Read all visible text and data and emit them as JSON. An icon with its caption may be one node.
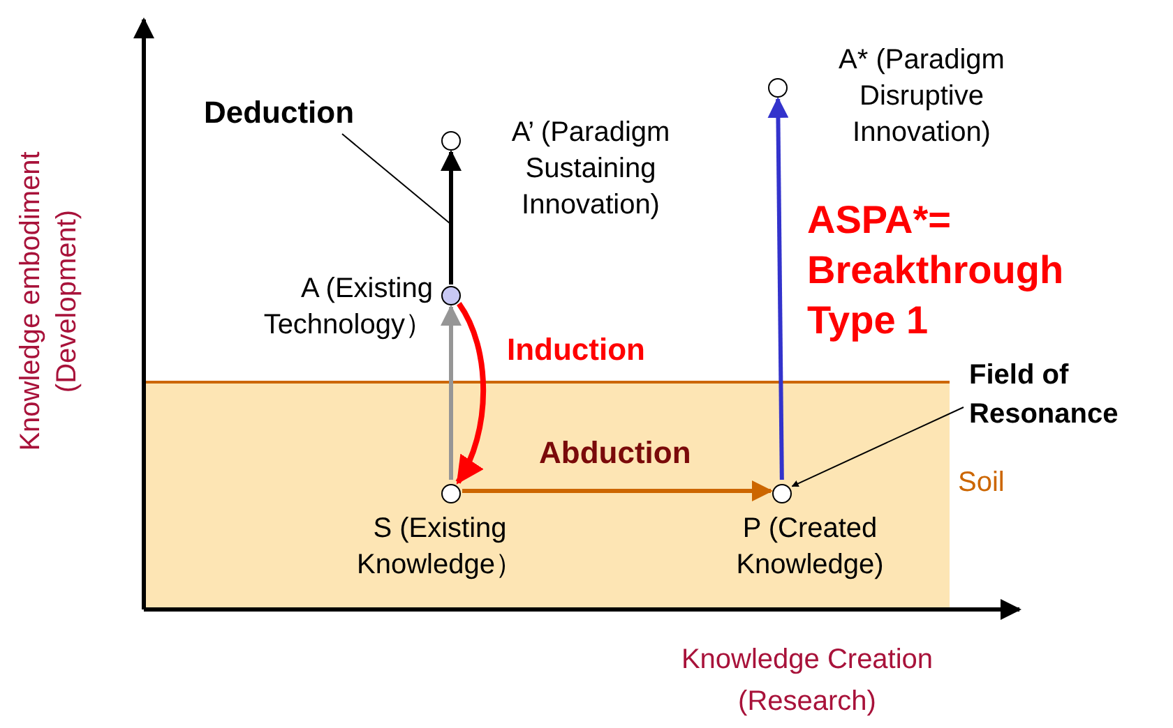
{
  "diagram": {
    "nodes": [
      {
        "text": [
          "Soil"
        ]
      },
      {
        "text": [],
        "shape": "circle",
        "beside": [
          "A’ (Paradigm Sustaining Innovation)"
        ]
      },
      {
        "text": [],
        "shape": "circle",
        "beside": [
          "A (Existing Technology）"
        ]
      },
      {
        "text": [],
        "shape": "circle",
        "in": 0,
        "beside": [
          "S (Existing Knowledge）"
        ]
      },
      {
        "text": [],
        "shape": "circle",
        "in": 0,
        "beside": [
          "P (Created Knowledge)"
        ]
      },
      {
        "text": [],
        "shape": "circle",
        "beside": [
          "A* (Paradigm Disruptive Innovation)"
        ]
      },
      {
        "text": [
          "Deduction"
        ]
      },
      {
        "text": [
          "Field of Resonance"
        ]
      }
    ],
    "edges": [
      {
        "from": 2,
        "to": 1,
        "arrow": "to",
        "color": "#000000"
      },
      {
        "from": 3,
        "to": 2,
        "arrow": "to",
        "color": "#969696"
      },
      {
        "from": 2,
        "to": 3,
        "arrow": "to",
        "color": "#ff0000",
        "label": "Induction"
      },
      {
        "from": 3,
        "to": 4,
        "arrow": "to",
        "color": "#cc6600",
        "label": "Abduction"
      },
      {
        "from": 4,
        "to": 5,
        "arrow": "to",
        "color": "#3333cc"
      },
      {
        "from": 6,
        "to": null,
        "arrow": "none"
      },
      {
        "from": 7,
        "to": 4,
        "arrow": "to"
      }
    ],
    "labels": [
      "ASPA*= Breakthrough Type 1",
      "Knowledge embodiment (Development)",
      "Knowledge Creation (Research)"
    ]
  }
}
